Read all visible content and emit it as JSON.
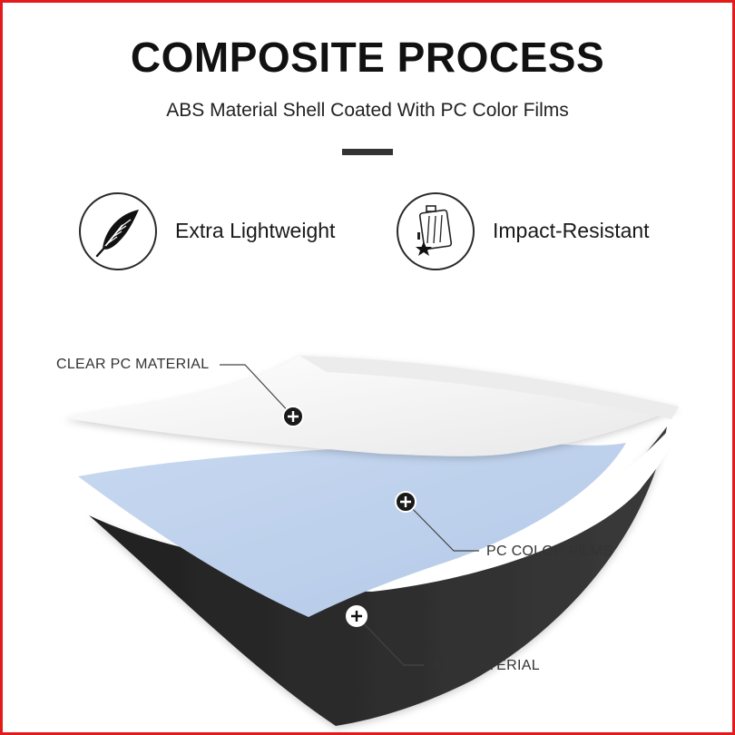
{
  "header": {
    "title": "COMPOSITE PROCESS",
    "subtitle": "ABS Material Shell Coated With PC Color Films"
  },
  "features": [
    {
      "label": "Extra Lightweight",
      "icon": "feather-icon"
    },
    {
      "label": "Impact-Resistant",
      "icon": "luggage-impact-icon"
    }
  ],
  "layers": {
    "clear_pc": "CLEAR PC MATERIAL",
    "pc_color": "PC COLOR FILMS",
    "abs": "ABS MATERIAL"
  },
  "colors": {
    "border": "#e11b1b",
    "clear_layer": "#f4f4f4",
    "color_film": "#bcd0ec",
    "abs_layer": "#2b2b2b"
  }
}
